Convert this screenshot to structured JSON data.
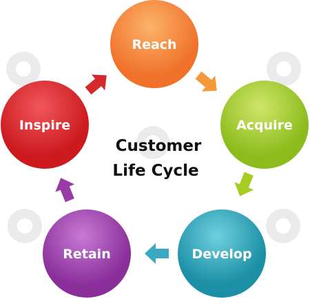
{
  "title": {
    "line1": "Customer",
    "line2": "Life Cycle"
  },
  "stages": [
    {
      "id": "reach",
      "label": "Reach",
      "color": "#f0722a",
      "light": "#fbb36a"
    },
    {
      "id": "acquire",
      "label": "Acquire",
      "color": "#8cbc1c",
      "light": "#cfe66a"
    },
    {
      "id": "develop",
      "label": "Develop",
      "color": "#1b8fa5",
      "light": "#6fd0df"
    },
    {
      "id": "retain",
      "label": "Retain",
      "color": "#8a2f9a",
      "light": "#c77ad4"
    },
    {
      "id": "inspire",
      "label": "Inspire",
      "color": "#cc1a1f",
      "light": "#f0575a"
    }
  ],
  "arrows": [
    {
      "id": "reach-to-acquire",
      "color": "#f59a3c"
    },
    {
      "id": "acquire-to-develop",
      "color": "#a8cc24"
    },
    {
      "id": "develop-to-retain",
      "color": "#3aa9c2"
    },
    {
      "id": "retain-to-inspire",
      "color": "#9a3aa8"
    },
    {
      "id": "inspire-to-reach",
      "color": "#d42a2e"
    }
  ]
}
